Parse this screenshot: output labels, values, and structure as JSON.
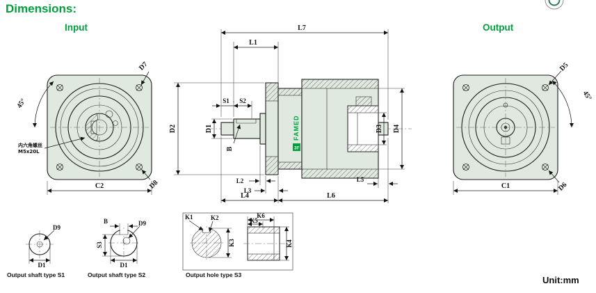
{
  "page": {
    "title": "Dimensions:",
    "unit": "Unit:mm",
    "colors": {
      "accent_green": "#00A03C",
      "body_fill": "#DFE9DF",
      "line": "#1A1A1A"
    }
  },
  "views": {
    "input": {
      "label": "Input",
      "note_line1": "内六角螺丝",
      "note_line2": "M5x20L",
      "dims": {
        "d7": "D7",
        "d8": "D8",
        "angle": "45°",
        "c2": "C2"
      }
    },
    "side": {
      "brand": "FAMED",
      "brand_mark": "3F",
      "dims": {
        "l7": "L7",
        "l1": "L1",
        "s1": "S1",
        "s2": "S2",
        "d1": "D1",
        "d2": "D2",
        "b": "B",
        "l2": "L2",
        "l3": "L3",
        "l4": "L4",
        "l5": "L5",
        "l6": "L6",
        "d3": "D3",
        "d4": "D4"
      }
    },
    "output": {
      "label": "Output",
      "dims": {
        "d5": "D5",
        "d6": "D6",
        "angle": "45°",
        "c1": "C1"
      }
    }
  },
  "details": {
    "s1": {
      "caption": "Output shaft type S1",
      "dims": {
        "d9": "D9",
        "d1": "D1"
      }
    },
    "s2": {
      "caption": "Output shaft type S2",
      "dims": {
        "b": "B",
        "d9": "D9",
        "s3": "S3",
        "d1": "D1"
      }
    },
    "s3": {
      "caption": "Output hole type S3",
      "dims": {
        "k1": "K1",
        "k2": "K2",
        "k3": "K3",
        "k4": "K4",
        "k5": "K5",
        "k6": "K6"
      }
    }
  }
}
